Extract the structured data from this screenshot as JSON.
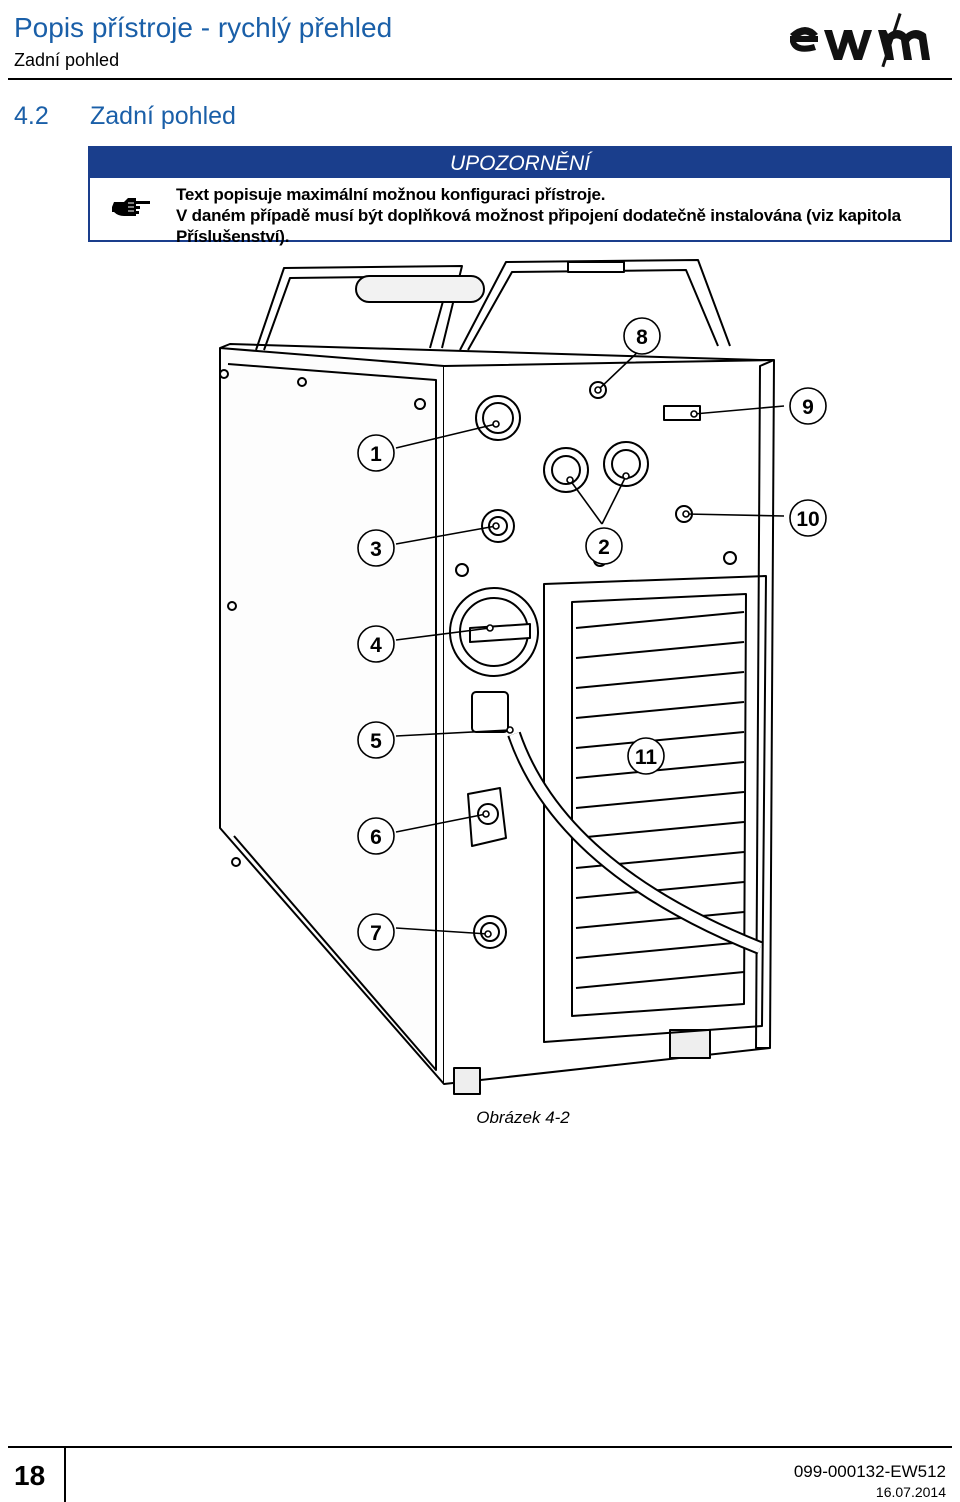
{
  "header": {
    "title": "Popis přístroje - rychlý přehled",
    "subtitle": "Zadní pohled",
    "logo_text": "ewm"
  },
  "section": {
    "number": "4.2",
    "title": "Zadní pohled"
  },
  "notice": {
    "label": "UPOZORNĚNÍ",
    "icon": "pointing-hand-icon",
    "line1": "Text popisuje maximální možnou konfiguraci přístroje.",
    "line2": "V daném případě musí být doplňková možnost připojení dodatečně instalována (viz kapitola Příslušenství)."
  },
  "figure": {
    "callouts": [
      "1",
      "2",
      "3",
      "4",
      "5",
      "6",
      "7",
      "8",
      "9",
      "10",
      "11"
    ],
    "caption": "Obrázek 4-2"
  },
  "footer": {
    "page_number": "18",
    "doc_id": "099-000132-EW512",
    "date": "16.07.2014"
  },
  "colors": {
    "heading_blue": "#1a5fa8",
    "notice_blue": "#1a3e8c"
  }
}
